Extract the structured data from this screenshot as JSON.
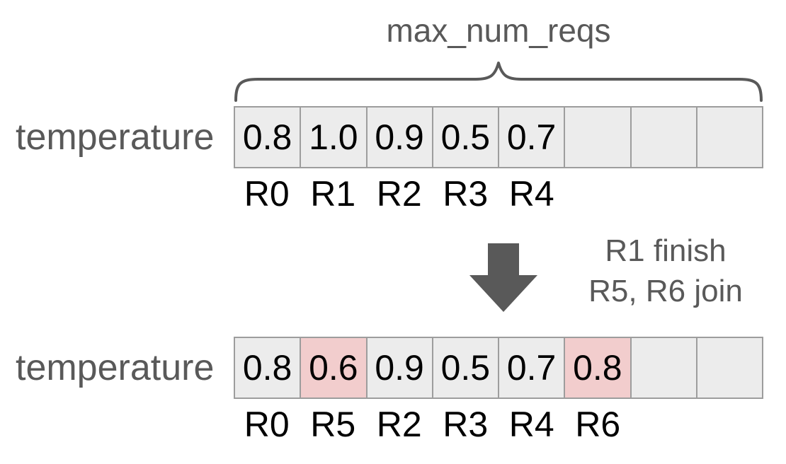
{
  "title": "max_num_reqs",
  "row_label": "temperature",
  "top_array": {
    "cells": [
      "0.8",
      "1.0",
      "0.9",
      "0.5",
      "0.7",
      "",
      "",
      ""
    ],
    "labels": [
      "R0",
      "R1",
      "R2",
      "R3",
      "R4"
    ]
  },
  "transition": {
    "line1": "R1 finish",
    "line2": "R5, R6 join"
  },
  "bottom_array": {
    "cells": [
      "0.8",
      "0.6",
      "0.9",
      "0.5",
      "0.7",
      "0.8",
      "",
      ""
    ],
    "highlighted_indices": [
      1,
      5
    ],
    "labels": [
      "R0",
      "R5",
      "R2",
      "R3",
      "R4",
      "R6"
    ]
  },
  "icons": {
    "arrow": "down-block-arrow",
    "brace": "curly-brace-top"
  },
  "colors": {
    "cell_fill": "#ececec",
    "cell_highlight": "#f2cdcd",
    "cell_border": "#9d9d9d",
    "gray_text": "#595959",
    "black_text": "#000000"
  }
}
